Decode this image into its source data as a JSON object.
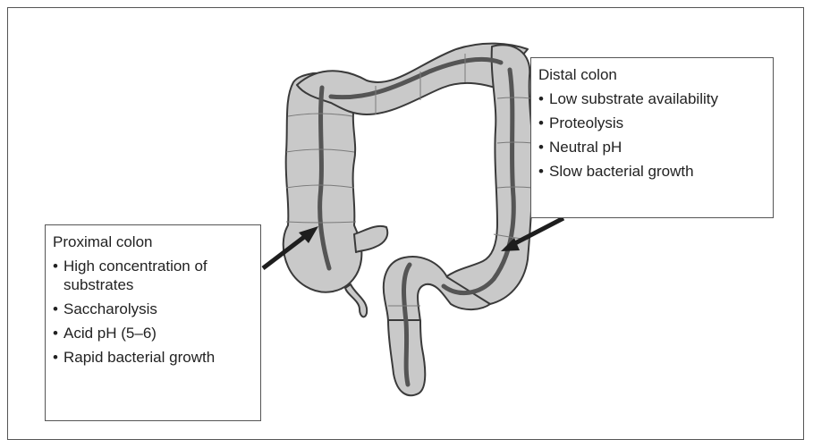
{
  "distal": {
    "title": "Distal colon",
    "items": [
      "Low substrate availability",
      "Proteolysis",
      "Neutral pH",
      "Slow bacterial growth"
    ]
  },
  "proximal": {
    "title": "Proximal colon",
    "items": [
      "High concentration of substrates",
      "Saccharolysis",
      "Acid pH (5–6)",
      "Rapid bacterial growth"
    ]
  },
  "colors": {
    "colon_fill": "#c9c9c9",
    "colon_outline": "#3a3a3a",
    "taenia": "#555555",
    "arrow": "#1e1e1e"
  }
}
